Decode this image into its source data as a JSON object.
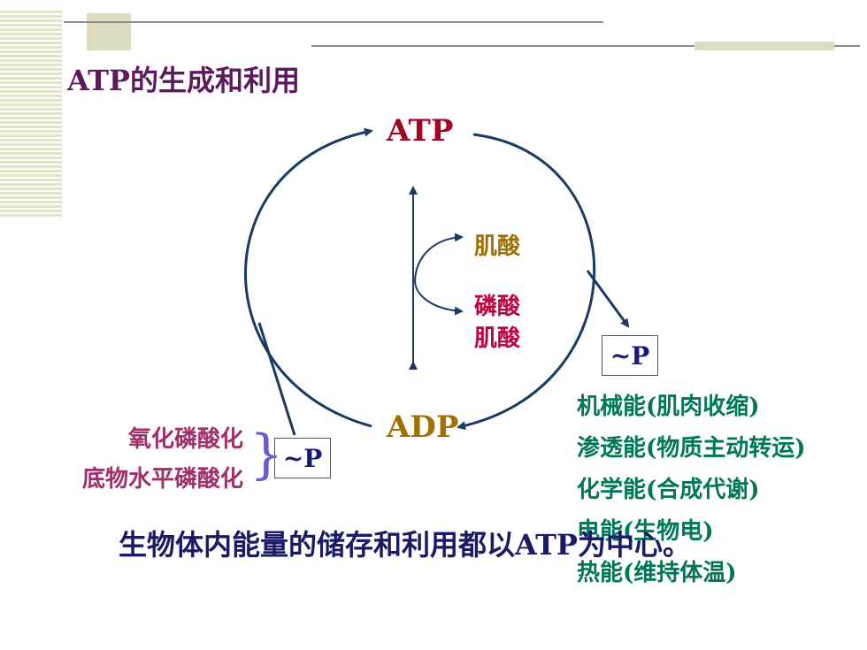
{
  "title": "ATP的生成和利用",
  "diagram": {
    "atp_label": "ATP",
    "adp_label": "ADP",
    "creatine_label": "肌酸",
    "phosphocreatine_line1": "磷酸",
    "phosphocreatine_line2": "肌酸",
    "pbox_right": "~P",
    "pbox_left": "~P",
    "left_labels": [
      "氧化磷酸化",
      "底物水平磷酸化"
    ],
    "energy_uses": [
      "机械能(肌肉收缩)",
      "渗透能(物质主动转运)",
      "化学能(合成代谢)",
      "电能(生物电)",
      "热能(维持体温)"
    ]
  },
  "summary": "生物体内能量的储存和利用都以ATP为中心。",
  "colors": {
    "title": "#5c1a5c",
    "atp": "#a50021",
    "adp": "#a07000",
    "arrows": "#1a3a66",
    "energy_uses": "#007755",
    "summary": "#1a1a66"
  }
}
